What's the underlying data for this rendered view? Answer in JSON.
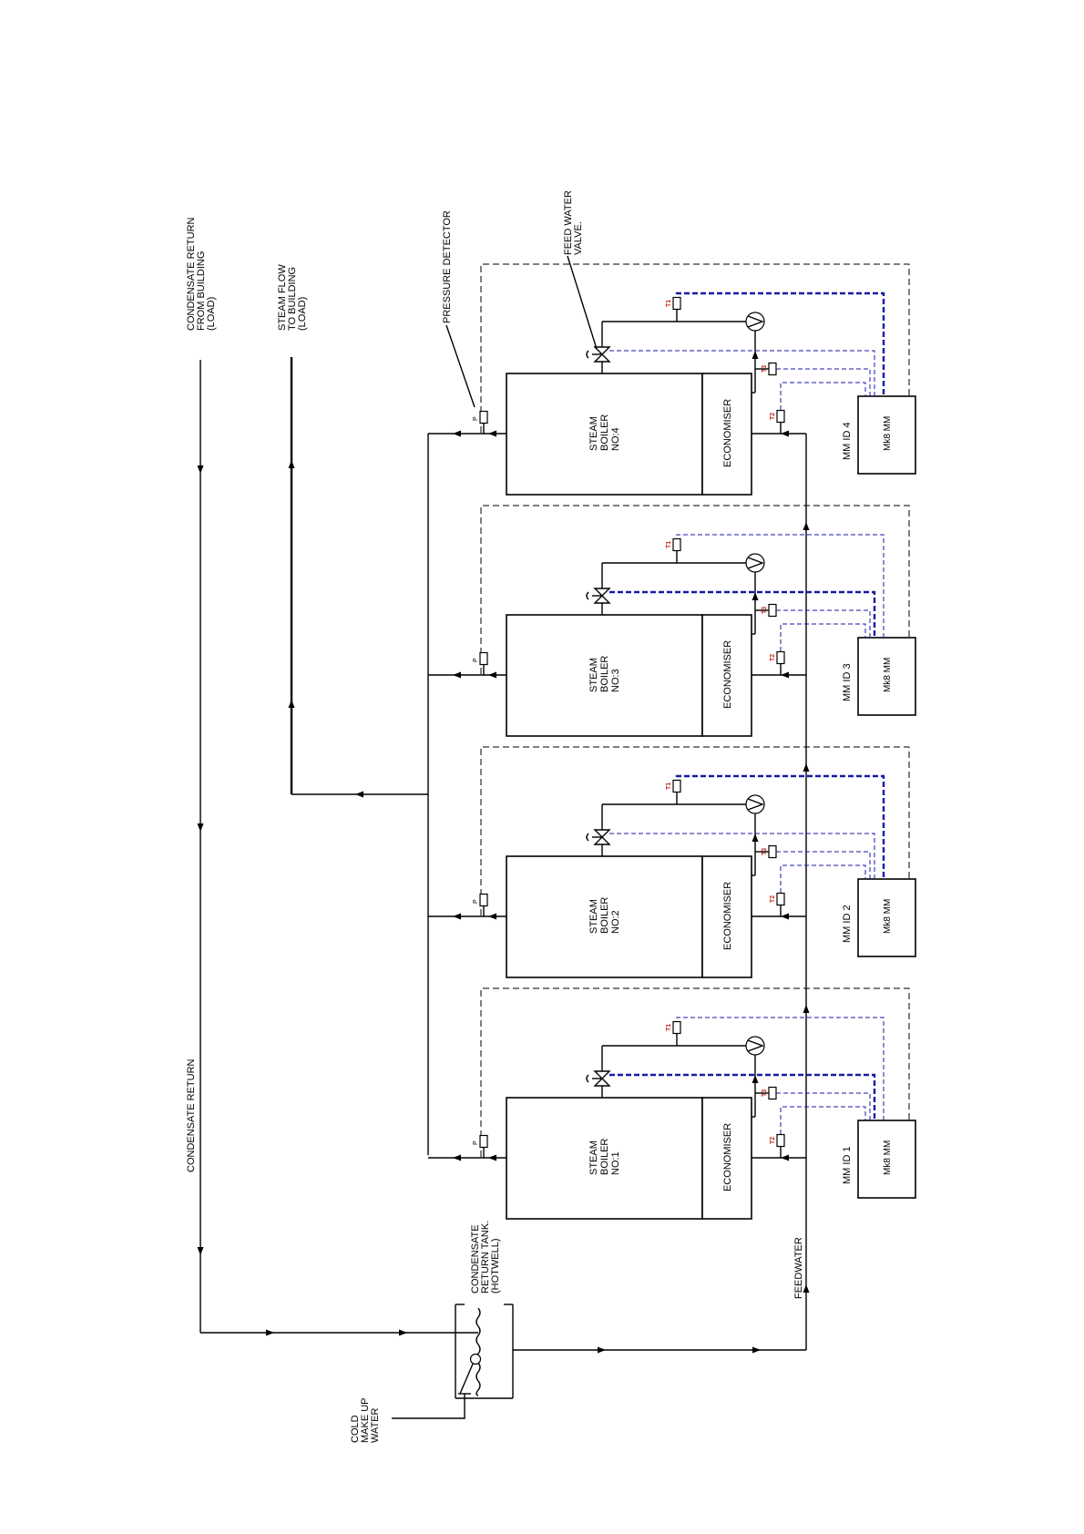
{
  "labels": {
    "condensate_return_from_building": [
      "CONDENSATE RETURN",
      "FROM BUILDING",
      "(LOAD)"
    ],
    "steam_flow_to_building": [
      "STEAM FLOW",
      "TO BUILDING",
      "(LOAD)"
    ],
    "pressure_detector": "PRESSURE DETECTOR",
    "feed_water_valve": [
      "FEED WATER",
      "VALVE."
    ],
    "condensate_return": "CONDENSATE RETURN",
    "condensate_return_tank": [
      "CONDENSATE",
      "RETURN TANK.",
      "(HOTWELL)"
    ],
    "cold_make_up_water": [
      "COLD",
      "MAKE UP",
      "WATER"
    ],
    "feedwater": "FEEDWATER",
    "economiser": "ECONOMISER",
    "mk8_mm": "Mk8 MM",
    "sensor_p": "P",
    "sensor_t1": "T1",
    "sensor_t2": "T2",
    "sensor_t3": "T3"
  },
  "boilers": [
    {
      "lines": [
        "STEAM",
        "BOILER",
        "NO:1"
      ],
      "mm_id": "MM  ID  1"
    },
    {
      "lines": [
        "STEAM",
        "BOILER",
        "NO:2"
      ],
      "mm_id": "MM  ID  2"
    },
    {
      "lines": [
        "STEAM",
        "BOILER",
        "NO:3"
      ],
      "mm_id": "MM  ID  3"
    },
    {
      "lines": [
        "STEAM",
        "BOILER",
        "NO:4"
      ],
      "mm_id": "MM  ID  4"
    }
  ],
  "colors": {
    "signal_wiring": "#1a1aa8",
    "temperature_labels": "#c8261c",
    "lines": "#000000"
  }
}
